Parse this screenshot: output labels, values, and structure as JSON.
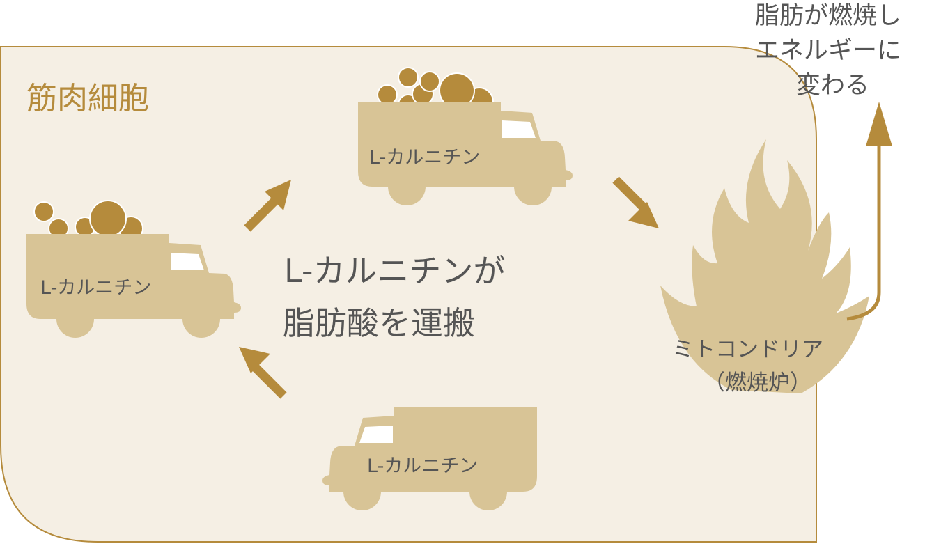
{
  "cell_label": "筋肉細胞",
  "truck_label": "L-カルニチン",
  "trucks": [
    {
      "label": "L-カルニチン",
      "loaded": true
    },
    {
      "label": "L-カルニチン",
      "loaded": true
    },
    {
      "label": "L-カルニチン",
      "loaded": false
    }
  ],
  "center_text": {
    "line1": "L-カルニチンが",
    "line2": "脂肪酸を運搬"
  },
  "mitochondria": {
    "line1": "ミトコンドリア",
    "line2": "（燃焼炉）"
  },
  "result": {
    "line1": "脂肪が燃焼し",
    "line2": "エネルギーに",
    "line3": "変わる"
  },
  "colors": {
    "cell_bg": "#f5efe4",
    "cell_border": "#b58b3c",
    "truck": "#d8c496",
    "fat": "#b58b3c",
    "arrow": "#b58b3c",
    "text": "#555555"
  }
}
